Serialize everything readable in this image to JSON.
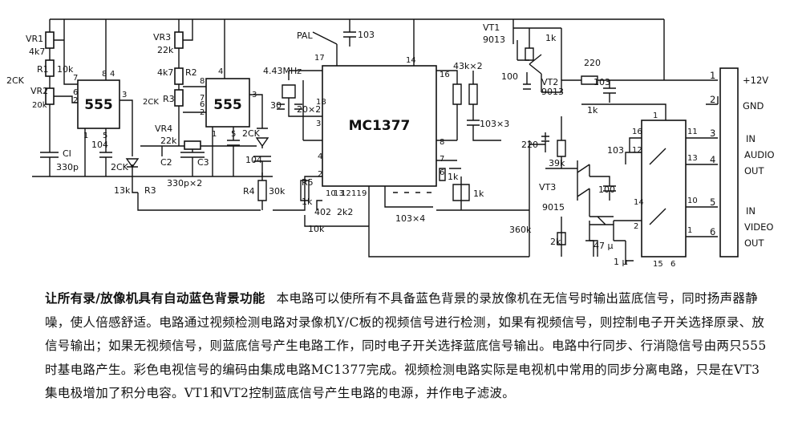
{
  "schematic": {
    "ic1": "555",
    "ic2": "555",
    "ic3": "MC1377",
    "labels": {
      "vr1": "VR1",
      "vr1_val": "4k7",
      "r1": "R1",
      "r1_val": "10k",
      "vr2": "VR2",
      "vr2_val": "20k",
      "led1": "2CK",
      "c1": "CI",
      "c1_val": "330p",
      "c104a": "104",
      "d2ck_b": "2CK",
      "r3a_val": "13k",
      "r3a": "R3",
      "vr3": "VR3",
      "vr3_val": "22k",
      "r2_val": "4k7",
      "r2": "R2",
      "r3b": "R3",
      "led2": "2CK",
      "vr4": "VR4",
      "vr4_val": "22k",
      "c2": "C2",
      "c3": "C3",
      "c2c3_val": "330p×2",
      "d2ck_c": "2CK",
      "c104b": "104",
      "r4": "R4",
      "r4_val": "30k",
      "pal": "PAL",
      "c103a": "103",
      "xtal": "4.43MHz",
      "c30": "30",
      "c20x2": "20×2",
      "r5": "R5",
      "r5_val": "1k",
      "r402": "402",
      "r2k2": "2k2",
      "r10k": "10k",
      "c103x4": "103×4",
      "r43k": "43k×2",
      "c103x3": "103×3",
      "r1k_a": "1k",
      "r1k_b": "1k",
      "vt1": "VT1",
      "vt1_type": "9013",
      "vt2": "VT2",
      "vt2_type": "9013",
      "r1k_c": "1k",
      "c100a": "100",
      "r220": "220",
      "c103b": "103",
      "r1k_d": "1k",
      "c220": "220",
      "c103c": "103",
      "r39k": "39k",
      "vt3": "VT3",
      "vt3_type": "9015",
      "c100b": "100",
      "r360k": "360k",
      "r2k": "2k",
      "c47u": "47 μ",
      "c1u": "1 μ"
    },
    "pins": [
      "7",
      "8",
      "2",
      "6",
      "1",
      "5",
      "3",
      "4",
      "8",
      "7",
      "2",
      "6",
      "1",
      "5",
      "3",
      "4",
      "17",
      "14",
      "18",
      "3",
      "4",
      "2",
      "16",
      "8",
      "7",
      "6",
      "10",
      "12",
      "11",
      "13",
      "9",
      "1",
      "16",
      "12",
      "11",
      "13",
      "14",
      "2",
      "10",
      "1",
      "15",
      "6",
      "8",
      "5",
      "3",
      "4"
    ],
    "terminals": {
      "t1": "1",
      "t1_label": "+12V",
      "t2": "2",
      "t2_label": "GND",
      "t3": "3",
      "t4": "4",
      "audio_in": "IN",
      "audio_name": "AUDIO",
      "audio_out": "OUT",
      "t5": "5",
      "t6": "6",
      "video_in": "IN",
      "video_name": "VIDEO",
      "video_out": "OUT"
    }
  },
  "description": {
    "title": "让所有录/放像机具有自动蓝色背景功能",
    "body": "本电路可以使所有不具备蓝色背景的录放像机在无信号时输出蓝底信号，同时扬声器静噪，使人倍感舒适。电路通过视频检测电路对录像机Y/C板的视频信号进行检测，如果有视频信号，则控制电子开关选择原录、放信号输出；如果无视频信号，则蓝底信号产生电路工作，同时电子开关选择蓝底信号输出。电路中行同步、行消隐信号由两只555时基电路产生。彩色电视信号的编码由集成电路MC1377完成。视频检测电路实际是电视机中常用的同步分离电路，只是在VT3集电极增加了积分电容。VT1和VT2控制蓝底信号产生电路的电源，并作电子滤波。"
  }
}
